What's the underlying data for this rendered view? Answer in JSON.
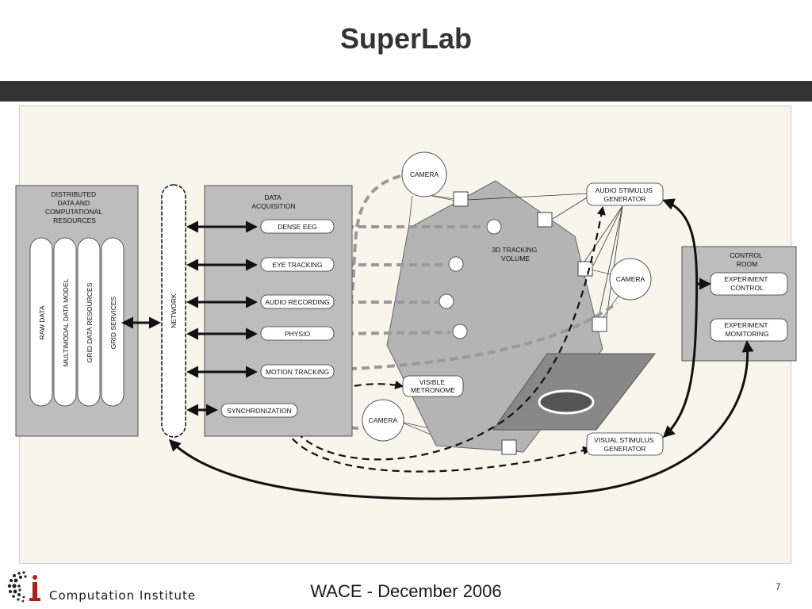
{
  "slide": {
    "title": "SuperLab",
    "footer": "WACE - December 2006",
    "page_number": "7"
  },
  "logo": {
    "text": "Computation Institute",
    "colors": {
      "red": "#b01c1c",
      "dark": "#222222"
    }
  },
  "colors": {
    "title_bar": "#333333",
    "diagram_bg": "#f7f5ec",
    "panel_gray": "#bdbdbd",
    "volume_gray": "#b4b4b4"
  },
  "diagram": {
    "distributed": {
      "title": [
        "DISTRIBUTED",
        "DATA AND",
        "COMPUTATIONAL",
        "RESOURCES"
      ],
      "pillars": [
        "RAW DATA",
        "MULTIMODAL DATA MODEL",
        "GRID DATA RESOURCES",
        "GRID SERVICES"
      ]
    },
    "network": "NETWORK",
    "acquisition": {
      "title": [
        "DATA",
        "ACQUISITION"
      ],
      "items": [
        "DENSE EEG",
        "EYE TRACKING",
        "AUDIO RECORDING",
        "PHYSIO",
        "MOTION TRACKING"
      ],
      "sync": "SYNCHRONIZATION"
    },
    "cameras": [
      "CAMERA",
      "CAMERA",
      "CAMERA"
    ],
    "tracking_volume": [
      "3D TRACKING",
      "VOLUME"
    ],
    "audio_stimulus": [
      "AUDIO STIMULUS",
      "GENERATOR"
    ],
    "visual_stimulus": [
      "VISUAL STIMULUS",
      "GENERATOR"
    ],
    "visible_metronome": [
      "VISIBLE",
      "METRONOME"
    ],
    "control_room": {
      "title": [
        "CONTROL",
        "ROOM"
      ],
      "experiment_control": [
        "EXPERIMENT",
        "CONTROL"
      ],
      "experiment_monitoring": [
        "EXPERIMENT",
        "MONITORING"
      ]
    }
  }
}
